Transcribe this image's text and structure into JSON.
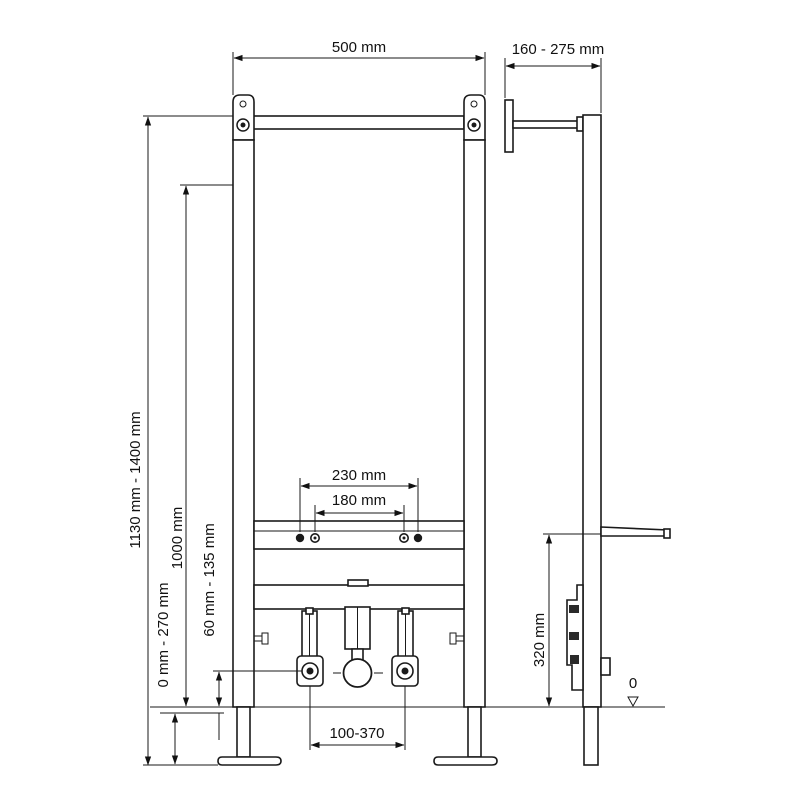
{
  "dimensions": {
    "frame_width": "500 mm",
    "wall_depth": "160 - 275 mm",
    "total_height": "1130 mm - 1400 mm",
    "crossbar_height": "1000 mm",
    "fitting_height": "60 mm - 135 mm",
    "foot_adjust": "0 mm - 270 mm",
    "bolt_spacing_outer": "230 mm",
    "bolt_spacing_inner": "180 mm",
    "outlet_spacing": "100-370",
    "side_height": "320 mm",
    "floor_level": "0"
  }
}
